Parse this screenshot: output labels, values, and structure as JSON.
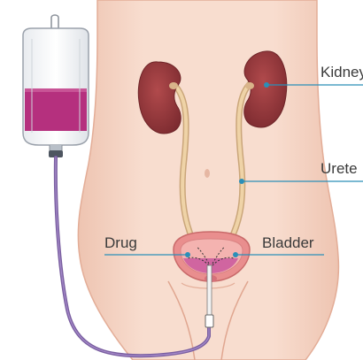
{
  "labels": {
    "kidney": "Kidney",
    "ureter": "Urete",
    "bladder": "Bladder",
    "drug": "Drug"
  },
  "colors": {
    "skin": "#f6d8c8",
    "skin_outline": "#e3ad97",
    "kidney": "#8f3438",
    "ureter": "#e8c79a",
    "bladder": "#e98e8e",
    "drug_liquid": "#b5307e",
    "leader_line": "#2b8fb8",
    "tube": "#7a5fa0"
  }
}
